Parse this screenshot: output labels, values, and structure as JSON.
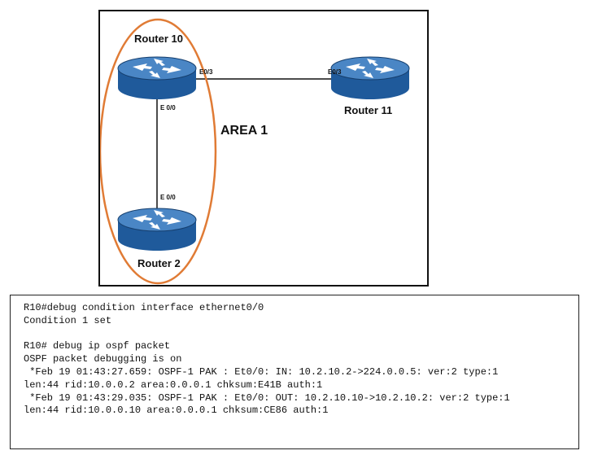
{
  "diagram": {
    "routers": {
      "r10": {
        "name": "Router 10"
      },
      "r11": {
        "name": "Router 11"
      },
      "r2": {
        "name": "Router 2"
      }
    },
    "links": [
      {
        "from": "Router 10",
        "to": "Router 11",
        "from_port": "E0/3",
        "to_port": "E0/3"
      },
      {
        "from": "Router 10",
        "to": "Router 2",
        "from_port": "E 0/0",
        "to_port": "E 0/0"
      }
    ],
    "area_label": "AREA 1",
    "colors": {
      "area_outline": "#e07b35",
      "router_body": "#1f5a9b",
      "router_top": "#4a86c5",
      "link": "#111111"
    }
  },
  "console": {
    "lines": [
      "R10#debug condition interface ethernet0/0",
      "Condition 1 set",
      "",
      "R10# debug ip ospf packet",
      "OSPF packet debugging is on",
      " *Feb 19 01:43:27.659: OSPF-1 PAK : Et0/0: IN: 10.2.10.2->224.0.0.5: ver:2 type:1",
      "len:44 rid:10.0.0.2 area:0.0.0.1 chksum:E41B auth:1",
      " *Feb 19 01:43:29.035: OSPF-1 PAK : Et0/0: OUT: 10.2.10.10->10.2.10.2: ver:2 type:1",
      "len:44 rid:10.0.0.10 area:0.0.0.1 chksum:CE86 auth:1"
    ]
  }
}
